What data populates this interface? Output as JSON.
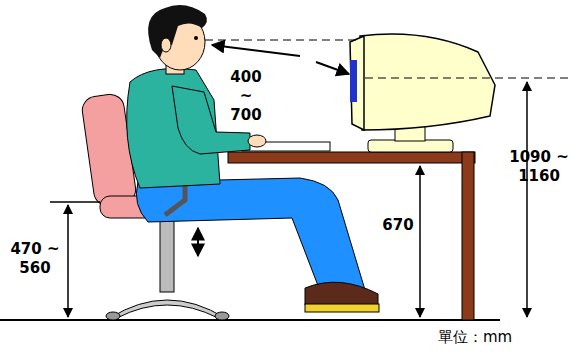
{
  "diagram": {
    "labels": [
      "400 ~ 700",
      "1090 ~ 1160",
      "670",
      "470 ~ 560",
      "單位：mm"
    ]
  }
}
